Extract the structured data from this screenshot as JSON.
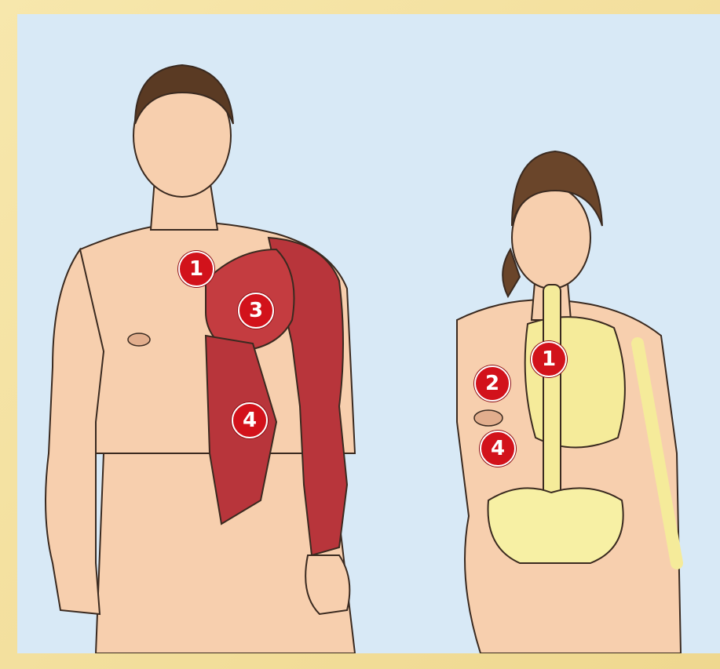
{
  "markers": {
    "man": [
      {
        "label": "1"
      },
      {
        "label": "3"
      },
      {
        "label": "4"
      }
    ],
    "woman": [
      {
        "label": "1"
      },
      {
        "label": "2"
      },
      {
        "label": "4"
      }
    ]
  },
  "colors": {
    "background": "#d8e9f6",
    "frame": "#f3df9d",
    "skin": "#f7cfae",
    "hair": "#5a3a23",
    "muscle": "#b8353b",
    "bone": "#f5eb9a",
    "marker": "#d2121b"
  }
}
